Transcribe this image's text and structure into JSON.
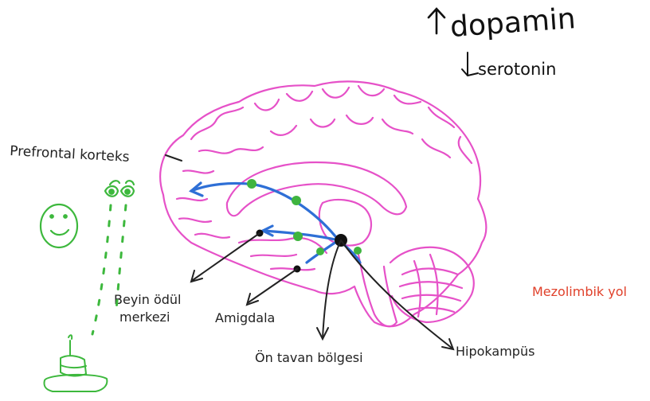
{
  "annotations": {
    "dopamine": "dopamin",
    "serotonin": "serotonin",
    "pathway_name": "Mezolimbik yol"
  },
  "labels": {
    "prefrontal": "Prefrontal korteks",
    "reward_line1": "Beyin ödül",
    "reward_line2": "merkezi",
    "amygdala": "Amigdala",
    "vta": "Ön tavan bölgesi",
    "hippocampus": "Hipokampüs"
  },
  "colors": {
    "brain_outline": "#e651c8",
    "pathway": "#2e6fd6",
    "nodes": "#3fb43f",
    "ink": "#222222",
    "doodles": "#3db83d",
    "pathway_name": "#e0402a"
  },
  "icons": {
    "up_arrow": "arrow-up-icon",
    "down_arrow": "arrow-down-icon",
    "face": "smiley-face-icon",
    "cake": "cake-icon"
  }
}
